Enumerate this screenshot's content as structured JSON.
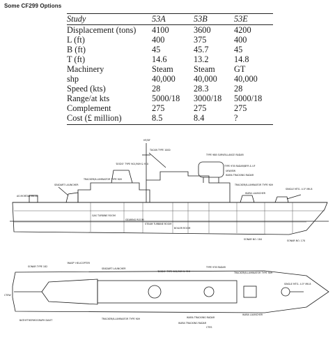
{
  "caption": "Some CF299 Options",
  "table": {
    "headers": [
      "Study",
      "53A",
      "53B",
      "53E"
    ],
    "rows": [
      {
        "label": "Displacement (tons)",
        "values": [
          "4100",
          "3600",
          "4200"
        ]
      },
      {
        "label": "L (ft)",
        "values": [
          "400",
          "375",
          "400"
        ]
      },
      {
        "label": "B (ft)",
        "values": [
          "45",
          "45.7",
          "45"
        ]
      },
      {
        "label": "T (ft)",
        "values": [
          "14.6",
          "13.2",
          "14.8"
        ]
      },
      {
        "label": "Machinery",
        "values": [
          "Steam",
          "Steam",
          "GT"
        ]
      },
      {
        "label": "shp",
        "values": [
          "40,000",
          "40,000",
          "40,000"
        ]
      },
      {
        "label": "Speed (kts)",
        "values": [
          "28",
          "28.3",
          "28"
        ]
      },
      {
        "label": "Range/at kts",
        "values": [
          "5000/18",
          "3000/18",
          "5000/18"
        ]
      },
      {
        "label": "Complement",
        "values": [
          "275",
          "275",
          "275"
        ]
      },
      {
        "label": "Cost (£ million)",
        "values": [
          "8.5",
          "8.4",
          "?"
        ]
      }
    ]
  },
  "profile_labels": {
    "hf_df": "HF/DF",
    "tacan": "TACAN TYPE 1000",
    "type988": "TYPE 988 SURVEILLANCE RADAR",
    "dodo": "'DODO' TYPE 901/909 & 910",
    "type978": "TYPE 978 RADAR/BFR & UF",
    "ukw": "UKW/EW",
    "ikara_radar": "IKARA TRACKING RADAR",
    "tracker_fwd": "TRACKER/ILLUMINATOR TYPE 909",
    "tracker_aft": "TRACKER/ILLUMINATOR TYPE 909",
    "seadart": "SEADART LAUNCHER",
    "ikara_launcher": "IKARA LAUNCHER",
    "mortar": "AS MORTAR MK.10",
    "gun": "SINGLE MTG. 4.5\" MK.8",
    "gas_turbine_room": "GAS TURBINE ROOM",
    "gearing_room": "GEARING ROOM",
    "steam_turbine_room": "STEAM TURBINE ROOM",
    "boiler_room": "BOILER ROOM",
    "sonar_184": "SONAR NO. 184",
    "sonar_170": "SONAR NO. 170"
  },
  "plan_labels": {
    "sonar": "SONAR TYPE 182",
    "heli": "'WASP' HELICOPTER",
    "seadart": "SEADART LAUNCHER",
    "dodo": "'DODO' TYPE 901/909 & 910",
    "type978": "TYPE 978 RADAR",
    "tracker_fwd": "TRACKER/ILLUMINATOR TYPE 909",
    "gun": "SINGLE MTG. 4.5\" MK.8",
    "bathy": "BATHYTHERMOGRAPH DAVIT",
    "tracker_aft": "TRACKER/ILLUMINATOR TYPE 909",
    "ikara_radar": "IKARA TRACKING RADAR",
    "ikara_launcher": "IKARA LAUNCHER",
    "ikara_radar2": "IKARA TRACKING RADAR",
    "rear": "CTEW",
    "fwd": "CTES"
  }
}
